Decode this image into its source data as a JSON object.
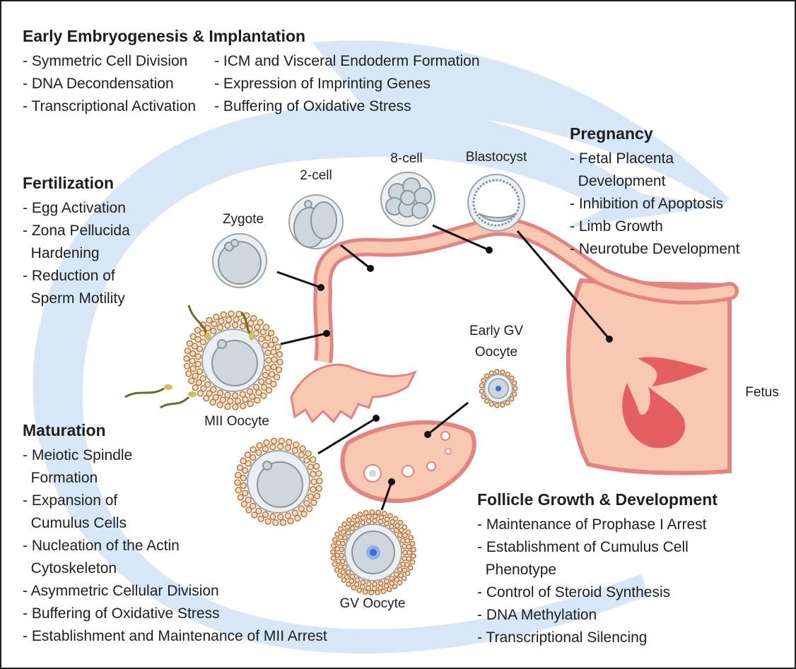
{
  "sections": {
    "early": {
      "title": "Early Embryogenesis & Implantation",
      "col1": [
        "- Symmetric Cell Division",
        "- DNA Decondensation",
        "- Transcriptional Activation"
      ],
      "col2": [
        "- ICM and Visceral Endoderm Formation",
        "- Expression of Imprinting Genes",
        "- Buffering of Oxidative Stress"
      ]
    },
    "pregnancy": {
      "title": "Pregnancy",
      "items": [
        "- Fetal Placenta",
        "  Development",
        "- Inhibition of Apoptosis",
        "- Limb Growth",
        "- Neurotube Development"
      ]
    },
    "fertilization": {
      "title": "Fertilization",
      "items": [
        "- Egg Activation",
        "- Zona Pellucida",
        "  Hardening",
        "- Reduction of",
        "  Sperm Motility"
      ]
    },
    "maturation": {
      "title": "Maturation",
      "items": [
        "- Meiotic Spindle",
        "  Formation",
        "- Expansion of",
        "  Cumulus Cells",
        "- Nucleation of the Actin",
        "  Cytoskeleton",
        "- Asymmetric Cellular Division",
        "- Buffering of Oxidative Stress",
        "- Establishment and Maintenance of MII Arrest"
      ]
    },
    "follicle": {
      "title": "Follicle Growth & Development",
      "items": [
        "- Maintenance of Prophase I Arrest",
        "- Establishment of Cumulus Cell",
        "  Phenotype",
        "- Control of Steroid Synthesis",
        "- DNA Methylation",
        "- Transcriptional Silencing"
      ]
    }
  },
  "labels": {
    "zygote": "Zygote",
    "two_cell": "2-cell",
    "eight_cell": "8-cell",
    "blastocyst": "Blastocyst",
    "mii_oocyte": "MII Oocyte",
    "early_gv_line1": "Early GV",
    "early_gv_line2": "Oocyte",
    "gv_oocyte": "GV Oocyte",
    "fetus": "Fetus"
  },
  "colors": {
    "cycle_arrow": "#d6e6f6",
    "tract_fill": "#f8c8b2",
    "tract_edge": "#e4837f",
    "cell_fill": "#cdd7dd",
    "cell_ring": "#eceff1",
    "cumulus": "#b7773e",
    "nucleus": "#3c72c8",
    "fetus": "#e45f5f"
  }
}
